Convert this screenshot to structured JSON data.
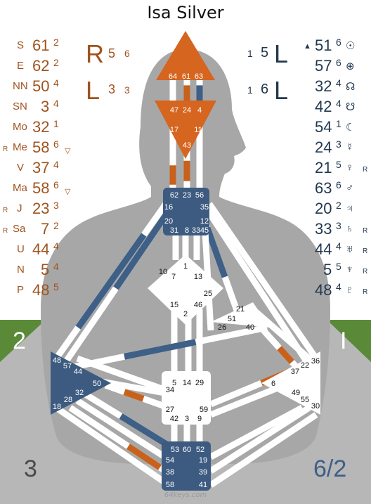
{
  "title": "Isa Silver",
  "watermark": "64keys.com",
  "colors": {
    "design": "#c8611c",
    "personality": "#3e5f86",
    "defined_center": "#3d5b80",
    "head_defined": "#d5651f",
    "green_panel": "#5a8a37",
    "gray": "#b7b7b7"
  },
  "variables": {
    "left_top": {
      "letter": "R",
      "n1": "5",
      "n2": "6"
    },
    "left_bottom": {
      "letter": "L",
      "n1": "3",
      "n2": "3"
    },
    "right_top": {
      "n2": "1",
      "n1": "5",
      "letter": "L"
    },
    "right_bottom": {
      "n2": "1",
      "n1": "6",
      "letter": "L"
    }
  },
  "corners": {
    "mid_left": "2",
    "mid_right": "I",
    "bottom_left": "3",
    "bottom_right": "6/2"
  },
  "design_planets": [
    {
      "symbol": "S",
      "gate": "61",
      "line": "2",
      "mark": "",
      "retro": ""
    },
    {
      "symbol": "E",
      "gate": "62",
      "line": "2",
      "mark": "",
      "retro": ""
    },
    {
      "symbol": "NN",
      "gate": "50",
      "line": "4",
      "mark": "",
      "retro": ""
    },
    {
      "symbol": "SN",
      "gate": "3",
      "line": "4",
      "mark": "",
      "retro": ""
    },
    {
      "symbol": "Mo",
      "gate": "32",
      "line": "1",
      "mark": "",
      "retro": ""
    },
    {
      "symbol": "Me",
      "gate": "58",
      "line": "6",
      "mark": "▽",
      "retro": "R"
    },
    {
      "symbol": "V",
      "gate": "37",
      "line": "4",
      "mark": "",
      "retro": ""
    },
    {
      "symbol": "Ma",
      "gate": "58",
      "line": "6",
      "mark": "▽",
      "retro": ""
    },
    {
      "symbol": "J",
      "gate": "23",
      "line": "3",
      "mark": "",
      "retro": "R"
    },
    {
      "symbol": "Sa",
      "gate": "7",
      "line": "2",
      "mark": "",
      "retro": "R"
    },
    {
      "symbol": "U",
      "gate": "44",
      "line": "4",
      "mark": "",
      "retro": ""
    },
    {
      "symbol": "N",
      "gate": "5",
      "line": "4",
      "mark": "",
      "retro": ""
    },
    {
      "symbol": "P",
      "gate": "48",
      "line": "5",
      "mark": "",
      "retro": ""
    }
  ],
  "personality_planets": [
    {
      "pre": "▲",
      "gate": "51",
      "line": "6",
      "symbol": "☉",
      "retro": ""
    },
    {
      "pre": "",
      "gate": "57",
      "line": "6",
      "symbol": "⊕",
      "retro": ""
    },
    {
      "pre": "",
      "gate": "32",
      "line": "4",
      "symbol": "☊",
      "retro": ""
    },
    {
      "pre": "",
      "gate": "42",
      "line": "4",
      "symbol": "☋",
      "retro": ""
    },
    {
      "pre": "",
      "gate": "54",
      "line": "1",
      "symbol": "☾",
      "retro": ""
    },
    {
      "pre": "",
      "gate": "24",
      "line": "3",
      "symbol": "☿",
      "retro": ""
    },
    {
      "pre": "",
      "gate": "21",
      "line": "5",
      "symbol": "♀",
      "retro": "R"
    },
    {
      "pre": "",
      "gate": "63",
      "line": "6",
      "symbol": "♂",
      "retro": ""
    },
    {
      "pre": "",
      "gate": "20",
      "line": "2",
      "symbol": "♃",
      "retro": ""
    },
    {
      "pre": "",
      "gate": "33",
      "line": "3",
      "symbol": "♄",
      "retro": "R"
    },
    {
      "pre": "",
      "gate": "44",
      "line": "4",
      "symbol": "♅",
      "retro": "R"
    },
    {
      "pre": "",
      "gate": "5",
      "line": "5",
      "symbol": "♆",
      "retro": "R"
    },
    {
      "pre": "",
      "gate": "48",
      "line": "4",
      "symbol": "♇",
      "retro": "R"
    }
  ],
  "centers": {
    "head": [
      "64",
      "61",
      "63"
    ],
    "ajna": [
      "47",
      "24",
      "4",
      "17",
      "11",
      "43"
    ],
    "throat": [
      "62",
      "23",
      "56",
      "16",
      "35",
      "20",
      "31",
      "8",
      "33",
      "12",
      "45"
    ],
    "g": [
      "1",
      "13",
      "10",
      "25",
      "7",
      "15",
      "46",
      "2"
    ],
    "ego": [
      "21",
      "51",
      "26",
      "40"
    ],
    "spleen": [
      "48",
      "57",
      "44",
      "50",
      "32",
      "28",
      "18"
    ],
    "sacral": [
      "5",
      "14",
      "29",
      "34",
      "27",
      "59",
      "42",
      "3",
      "9"
    ],
    "solar": [
      "36",
      "22",
      "37",
      "6",
      "49",
      "55",
      "30"
    ],
    "root": [
      "53",
      "60",
      "52",
      "54",
      "19",
      "38",
      "39",
      "58",
      "41"
    ]
  }
}
